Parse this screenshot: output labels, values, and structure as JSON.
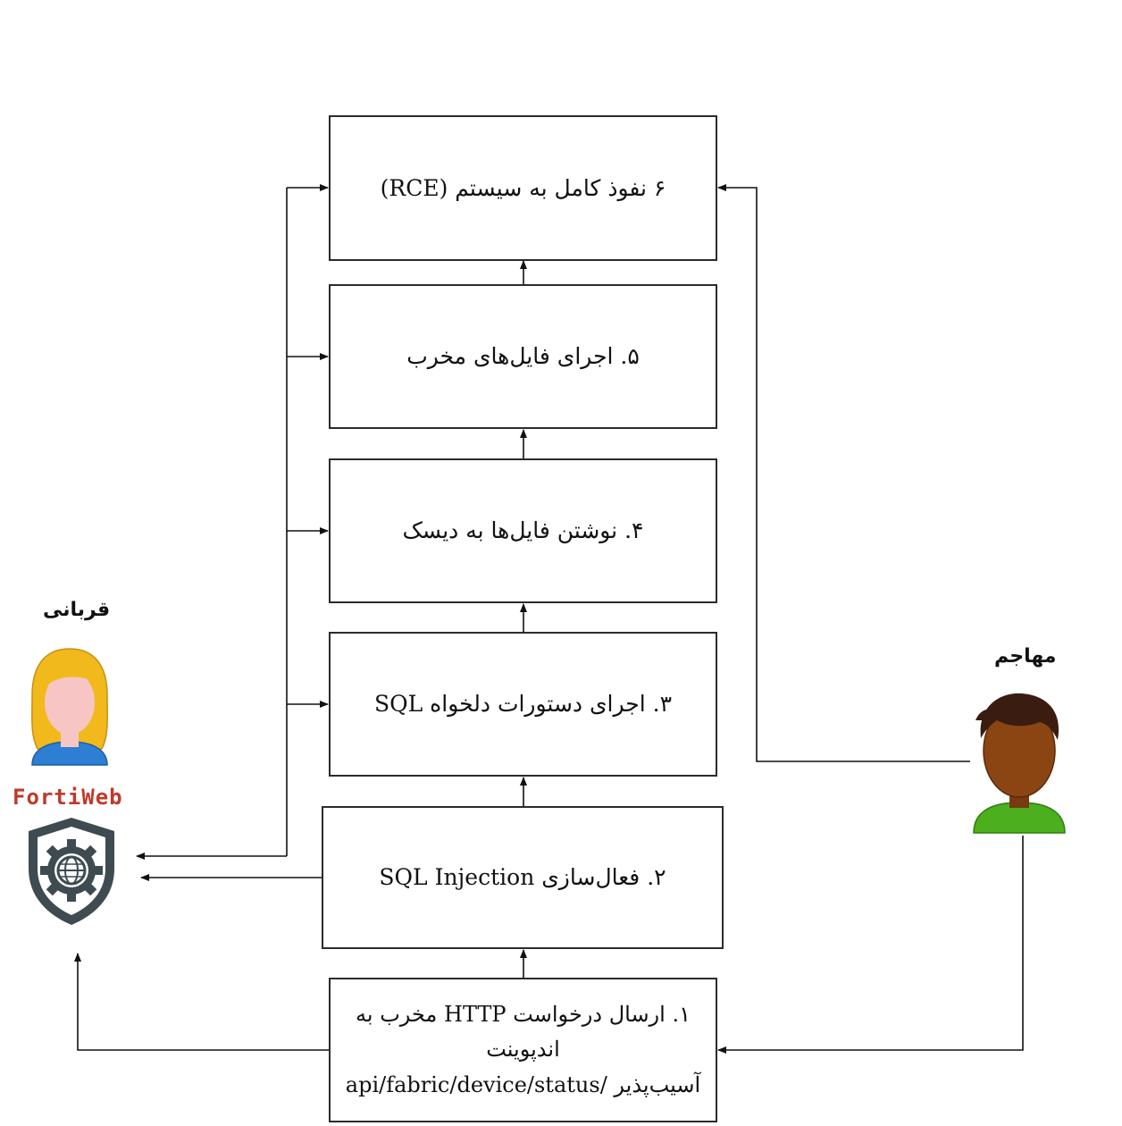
{
  "steps": {
    "s6": "۶  نفوذ کامل به سیستم (RCE)",
    "s5": "۵. اجرای فایل‌های مخرب",
    "s4": "۴. نوشتن فایل‌ها به دیسک",
    "s3": "۳. اجرای دستورات دلخواه SQL",
    "s2": "۲. فعال‌سازی SQL Injection",
    "s1_line1": "۱. ارسال درخواست HTTP مخرب به اندپوینت",
    "s1_line2": "آسیب‌پذیر  /api/fabric/device/status"
  },
  "actors": {
    "victim": "قربانی",
    "attacker": "مهاجم",
    "product": "FortiWeb"
  },
  "colors": {
    "line": "#111111",
    "box_border": "#2b2b2b",
    "brand": "#c0392b",
    "shield": "#3e4b50",
    "victim_hair": "#f2b91d",
    "victim_skin": "#f7c6c4",
    "victim_shirt": "#2d7fd3",
    "attacker_hair": "#3a1d10",
    "attacker_skin": "#8b4513",
    "attacker_shirt": "#4caf1e"
  },
  "icons": {
    "victim": "user-female-icon",
    "attacker": "user-male-icon",
    "product": "shield-gear-icon"
  }
}
